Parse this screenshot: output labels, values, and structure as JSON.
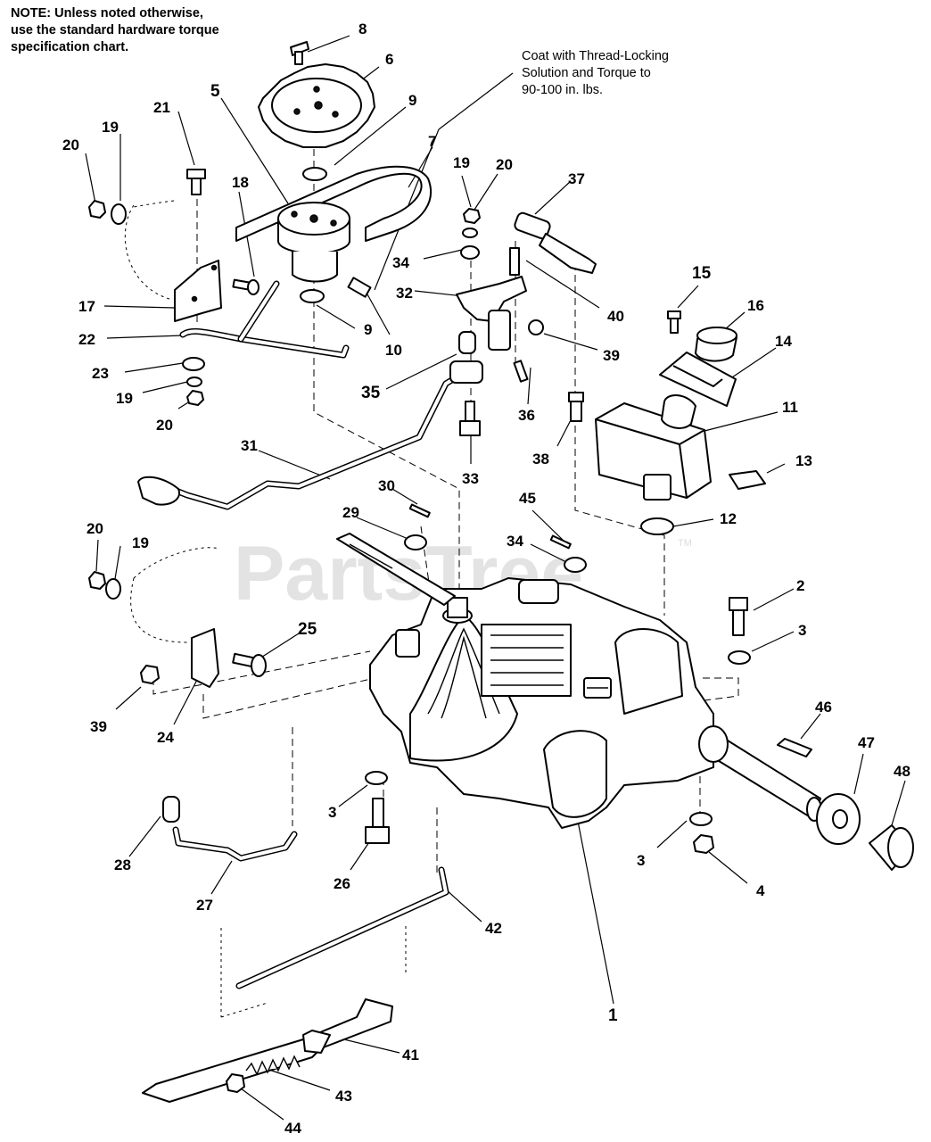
{
  "note": {
    "line1": "NOTE: Unless noted otherwise,",
    "line2": "use the standard hardware torque",
    "line3": "specification chart."
  },
  "callout": {
    "line1": "Coat with Thread-Locking",
    "line2": "Solution and Torque to",
    "line3": "90-100 in. lbs."
  },
  "watermark": {
    "text": "PartsTree",
    "tm": "TM"
  },
  "labels": {
    "l1": "1",
    "l2": "2",
    "l3a": "3",
    "l3b": "3",
    "l3c": "3",
    "l4": "4",
    "l5": "5",
    "l6": "6",
    "l7": "7",
    "l8": "8",
    "l9a": "9",
    "l9b": "9",
    "l10": "10",
    "l11": "11",
    "l12": "12",
    "l13": "13",
    "l14": "14",
    "l15": "15",
    "l16": "16",
    "l17": "17",
    "l18": "18",
    "l19a": "19",
    "l19b": "19",
    "l19c": "19",
    "l19d": "19",
    "l20a": "20",
    "l20b": "20",
    "l20c": "20",
    "l20d": "20",
    "l21": "21",
    "l22": "22",
    "l23": "23",
    "l24": "24",
    "l25": "25",
    "l26": "26",
    "l27": "27",
    "l28": "28",
    "l29": "29",
    "l30": "30",
    "l31": "31",
    "l32": "32",
    "l33": "33",
    "l34a": "34",
    "l34b": "34",
    "l35": "35",
    "l36": "36",
    "l37": "37",
    "l38": "38",
    "l39a": "39",
    "l39b": "39",
    "l40": "40",
    "l41": "41",
    "l42": "42",
    "l43": "43",
    "l44": "44",
    "l45": "45",
    "l46": "46",
    "l47": "47",
    "l48": "48"
  }
}
